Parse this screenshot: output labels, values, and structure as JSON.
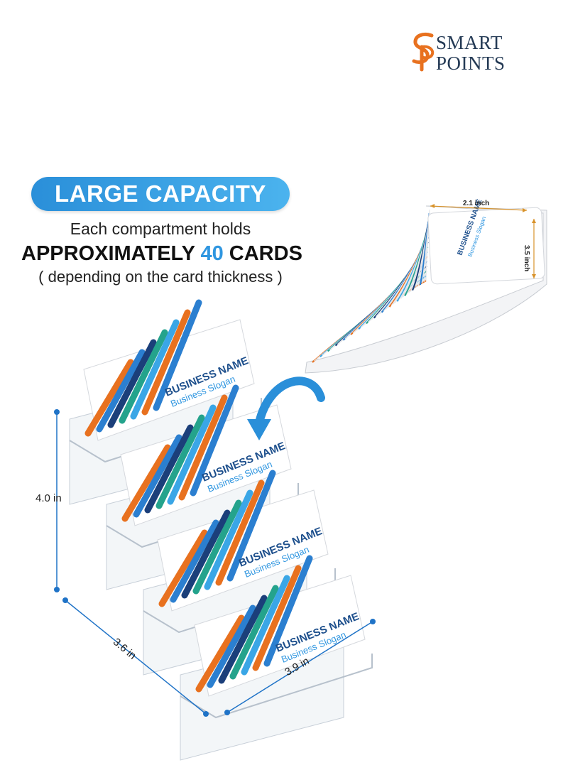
{
  "brand": {
    "name_line1": "SMART",
    "name_line2": "POINTS",
    "logo_color": "#e8711f",
    "text_color": "#243a55"
  },
  "headline": {
    "badge": "LARGE CAPACITY",
    "line1": "Each compartment holds",
    "line2_prefix": "APPROXIMATELY ",
    "line2_number": "40",
    "line2_suffix": " CARDS",
    "line3": "( depending on the card thickness )",
    "badge_color": "#2a8fd9",
    "accent_color": "#2f96e0"
  },
  "card_stack": {
    "width_label": "2.1 inch",
    "height_label": "3.5 inch"
  },
  "holder": {
    "height_label": "4.0 in",
    "depth_label": "3.6 in",
    "width_label": "3.9 in",
    "tiers": [
      {
        "card_title": "BUSINESS NAME",
        "card_subtitle": "Business Slogan"
      },
      {
        "card_title": "BUSINESS NAME",
        "card_subtitle": "Business Slogan"
      },
      {
        "card_title": "BUSINESS NAME",
        "card_subtitle": "Business Slogan"
      },
      {
        "card_title": "BUSINESS NAME",
        "card_subtitle": "Business Slogan"
      }
    ],
    "dimension_color": "#1f73c7"
  },
  "stripe_colors": [
    "#e8711f",
    "#2b7fd0",
    "#1b3f7a",
    "#24a38c",
    "#3aa6e6"
  ]
}
